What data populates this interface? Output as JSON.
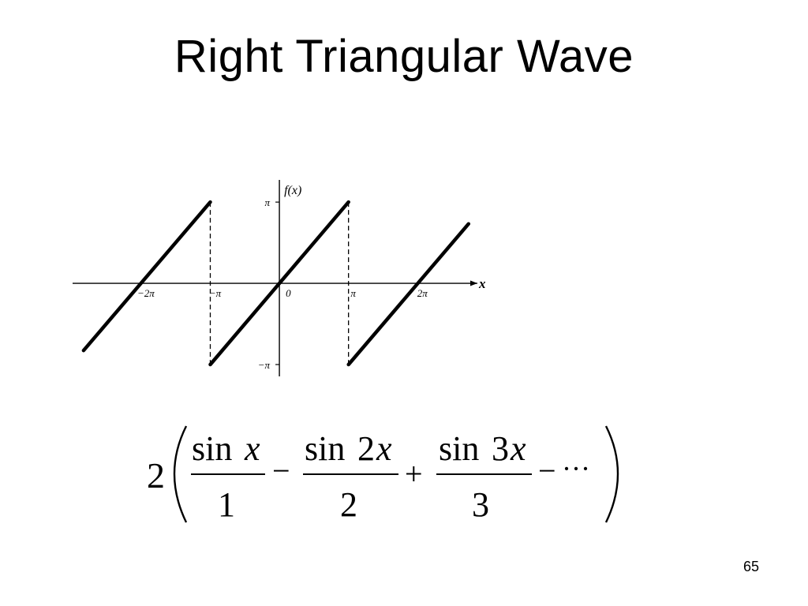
{
  "slide": {
    "title": "Right Triangular Wave",
    "page_number": "65"
  },
  "chart_data": {
    "type": "line",
    "title": "",
    "xlabel": "x",
    "ylabel": "f(x)",
    "xlim": [
      -9.4,
      9.0
    ],
    "ylim": [
      -3.6,
      4.0
    ],
    "x_ticks": [
      {
        "value": -6.283,
        "label": "−2π"
      },
      {
        "value": -3.1416,
        "label": "−π"
      },
      {
        "value": 0,
        "label": "0"
      },
      {
        "value": 3.1416,
        "label": "π"
      },
      {
        "value": 6.283,
        "label": "2π"
      }
    ],
    "y_ticks": [
      {
        "value": 3.1416,
        "label": "π"
      },
      {
        "value": -3.1416,
        "label": "−π"
      }
    ],
    "series": [
      {
        "values": [
          [
            -8.9,
            -2.6
          ],
          [
            -3.1416,
            3.1416
          ]
        ]
      },
      {
        "values": [
          [
            -3.1416,
            -3.1416
          ],
          [
            3.1416,
            3.1416
          ]
        ]
      },
      {
        "values": [
          [
            3.1416,
            -3.1416
          ],
          [
            8.6,
            2.3
          ]
        ]
      }
    ],
    "discontinuities": [
      {
        "x": -3.1416,
        "from": 3.1416,
        "to": -3.1416
      },
      {
        "x": 3.1416,
        "from": 3.1416,
        "to": -3.1416
      }
    ]
  },
  "formula": {
    "coefficient": "2",
    "terms": [
      {
        "num_fn": "sin",
        "num_coef": "",
        "num_var": "x",
        "den": "1",
        "op_after": "−"
      },
      {
        "num_fn": "sin",
        "num_coef": "2",
        "num_var": "x",
        "den": "2",
        "op_after": "+"
      },
      {
        "num_fn": "sin",
        "num_coef": "3",
        "num_var": "x",
        "den": "3",
        "op_after": "−"
      }
    ],
    "ellipsis": "···"
  }
}
